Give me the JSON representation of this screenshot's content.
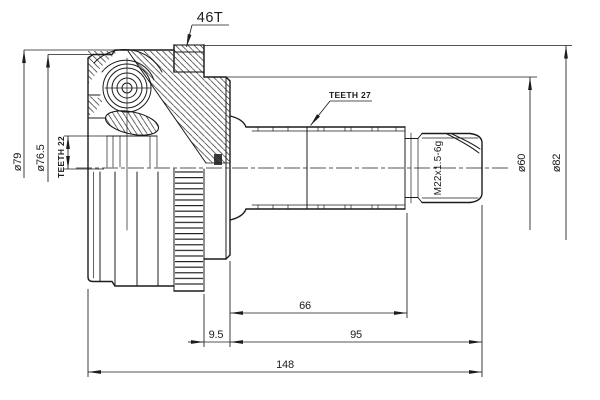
{
  "drawing": {
    "type": "cv-joint-outer-technical-drawing",
    "colors": {
      "ink": "#1c1c1c",
      "paper": "#ffffff"
    },
    "part_labels": {
      "abs_ring_teeth": "46T",
      "shaft_spline": "TEETH 27",
      "inner_spline": "TEETH 22",
      "thread_spec": "M22x1.5-6g"
    },
    "diameters": {
      "housing_od": "ø79",
      "boot_groove": "ø76.5",
      "hub_od": "ø60",
      "abs_ring_od": "ø82"
    },
    "lengths": {
      "spline_length": "66",
      "ring_to_face": "9.5",
      "shaft_length": "95",
      "total_length": "148"
    }
  }
}
